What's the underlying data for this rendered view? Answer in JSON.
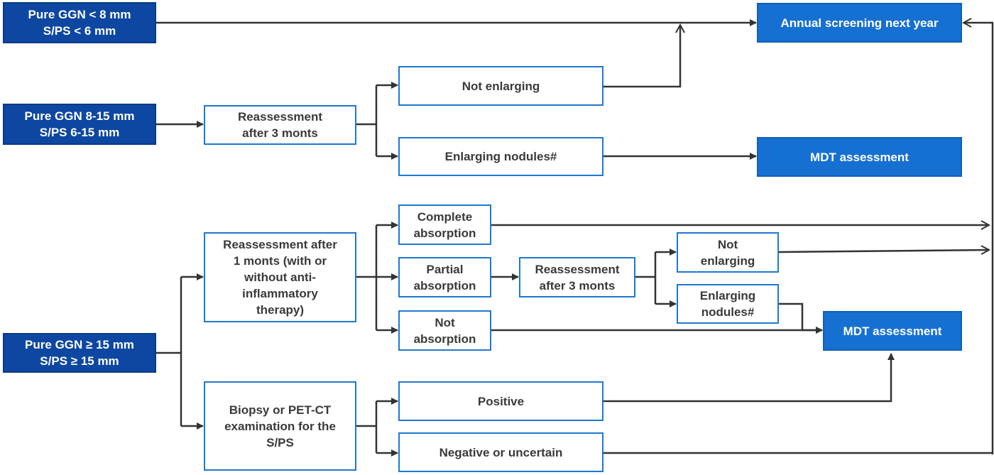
{
  "nodes": {
    "pure_small": "Pure GGN < 8 mm\nS/PS < 6 mm",
    "pure_mid": "Pure GGN 8-15 mm\nS/PS 6-15 mm",
    "pure_large": "Pure GGN ≥ 15 mm\nS/PS ≥ 15 mm",
    "annual": "Annual screening next year",
    "mdt_1": "MDT assessment",
    "mdt_2": "MDT assessment",
    "reassess_3m_a": "Reassessment\nafter 3 monts",
    "not_enlarging_a": "Not enlarging",
    "enlarging_a": "Enlarging nodules#",
    "reassess_1m": "Reassessment after\n1 monts (with or\nwithout anti-\ninflammatory\ntherapy)",
    "complete_abs": "Complete\nabsorption",
    "partial_abs": "Partial\nabsorption",
    "not_abs": "Not\nabsorption",
    "reassess_3m_b": "Reassessment\nafter 3 monts",
    "not_enlarging_b": "Not\nenlarging",
    "enlarging_b": "Enlarging\nnodules#",
    "biopsy": "Biopsy or PET-CT\nexamination for the\nS/PS",
    "positive": "Positive",
    "negative": "Negative or uncertain"
  },
  "colors": {
    "dark_box": "#0d47a1",
    "mid_box": "#1670d2",
    "outline": "#1f78d1",
    "connector": "#333333"
  }
}
